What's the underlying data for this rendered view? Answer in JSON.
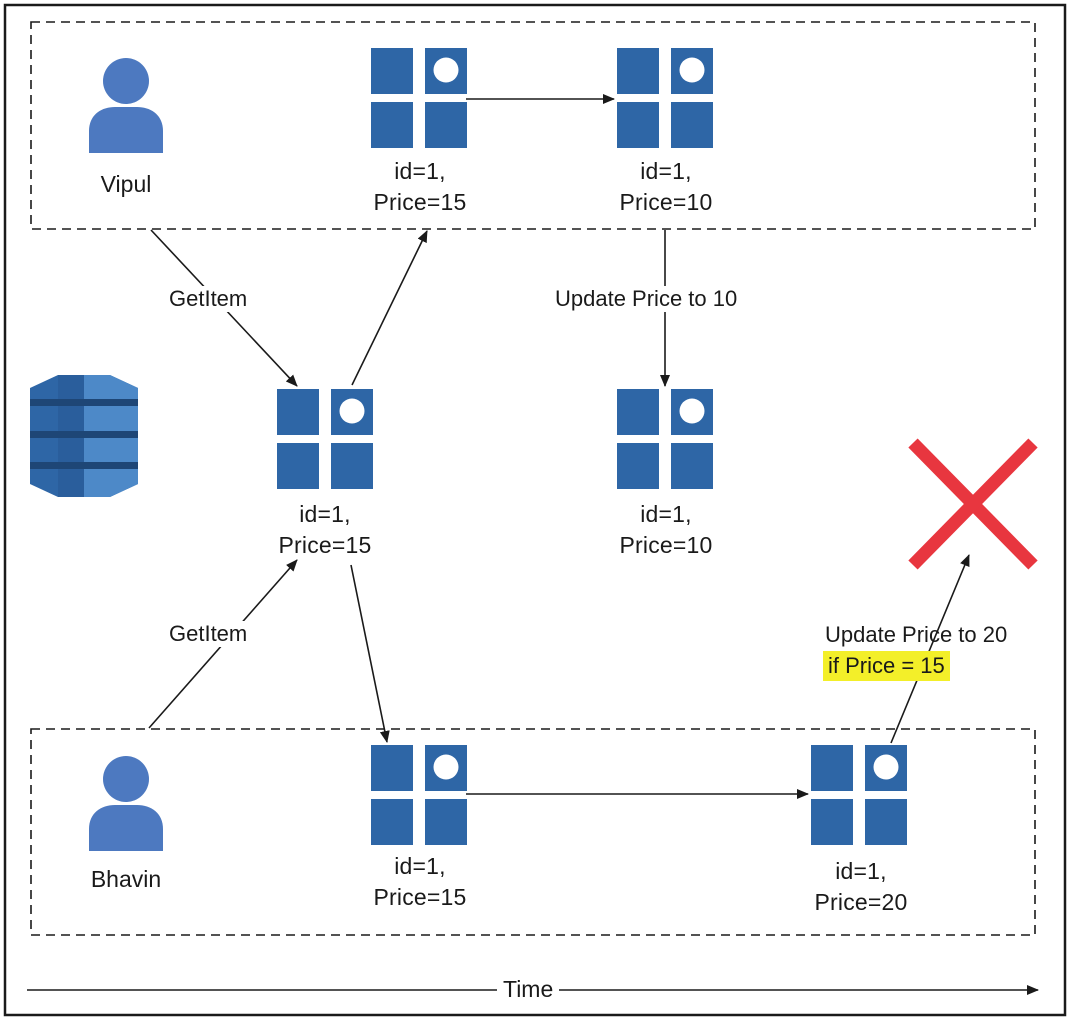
{
  "users": {
    "vipul": {
      "name": "Vipul"
    },
    "bhavin": {
      "name": "Bhavin"
    }
  },
  "items": {
    "vipul_read": {
      "id": "id=1,",
      "price": "Price=15"
    },
    "vipul_update": {
      "id": "id=1,",
      "price": "Price=10"
    },
    "db_initial": {
      "id": "id=1,",
      "price": "Price=15"
    },
    "db_updated": {
      "id": "id=1,",
      "price": "Price=10"
    },
    "bhavin_read": {
      "id": "id=1,",
      "price": "Price=15"
    },
    "bhavin_update": {
      "id": "id=1,",
      "price": "Price=20"
    }
  },
  "edges": {
    "vipul_getitem": "GetItem",
    "bhavin_getitem": "GetItem",
    "vipul_update": "Update Price to 10",
    "bhavin_update_line1": "Update Price to 20",
    "bhavin_update_condition": "if Price = 15"
  },
  "axis": {
    "time": "Time"
  },
  "icons": {
    "user": "user-icon",
    "item": "item-icon",
    "database": "dynamodb-icon",
    "fail": "red-x-icon"
  },
  "colors": {
    "blue": "#2e66a6",
    "user_blue": "#4d79c0",
    "red_x": "#e8363f",
    "highlight": "#f3ef29",
    "line": "#1a1a1a"
  }
}
